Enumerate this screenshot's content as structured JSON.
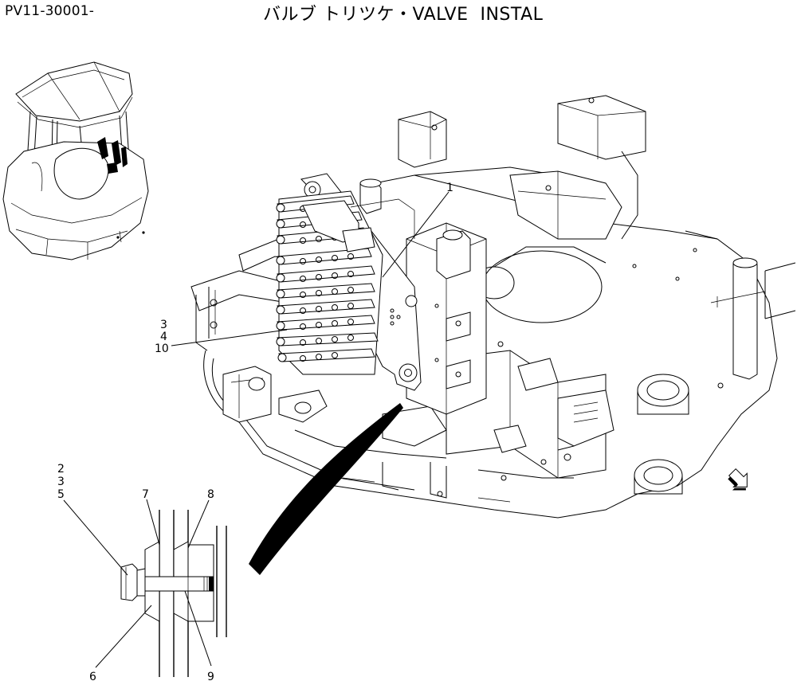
{
  "header": {
    "part_code": "PV11-30001-",
    "title": "バルブ トリツケ・VALVE  INSTAL"
  },
  "callouts": {
    "c1": "1",
    "c3a": "3",
    "c4": "4",
    "c10": "10",
    "c2": "2",
    "c3b": "3",
    "c5": "5",
    "c7": "7",
    "c8": "8",
    "c6": "6",
    "c9": "9"
  },
  "icons": [
    "machine-overview-icon",
    "front-direction-arrow-icon"
  ]
}
